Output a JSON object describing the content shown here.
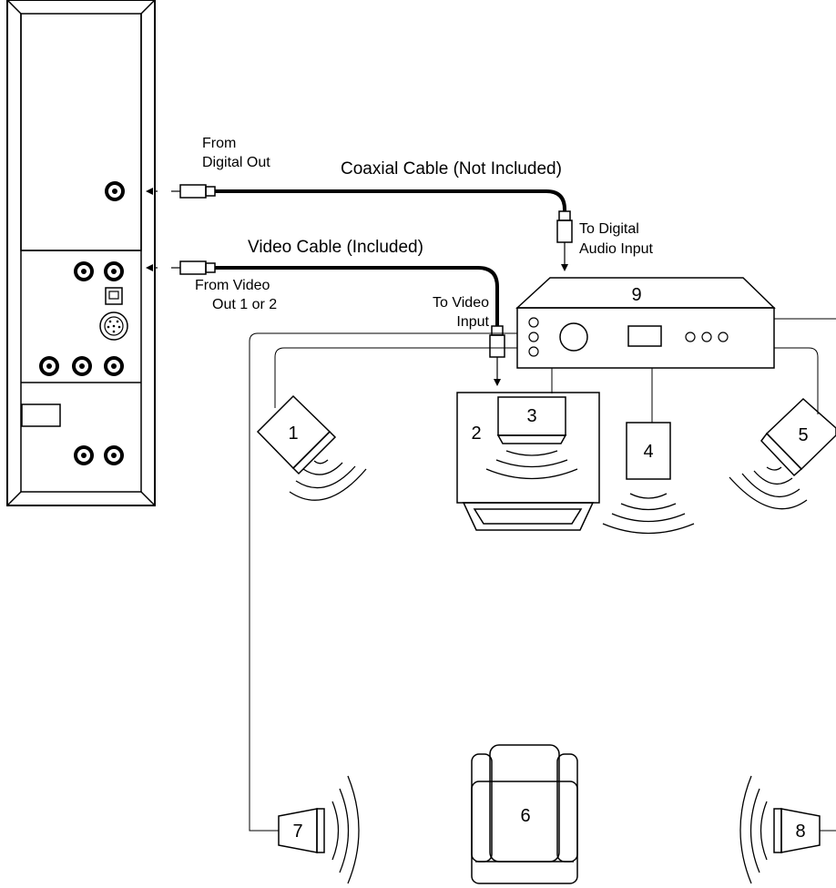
{
  "labels": {
    "from_digital_out_line1": "From",
    "from_digital_out_line2": "Digital Out",
    "coaxial_cable": "Coaxial Cable (Not Included)",
    "to_digital_line1": "To Digital",
    "to_digital_line2": "Audio Input",
    "video_cable": "Video Cable (Included)",
    "from_video_line1": "From Video",
    "from_video_line2": "Out 1 or 2",
    "to_video_line1": "To Video",
    "to_video_line2": "Input"
  },
  "numbers": {
    "n1": "1",
    "n2": "2",
    "n3": "3",
    "n4": "4",
    "n5": "5",
    "n6": "6",
    "n7": "7",
    "n8": "8",
    "n9": "9"
  }
}
